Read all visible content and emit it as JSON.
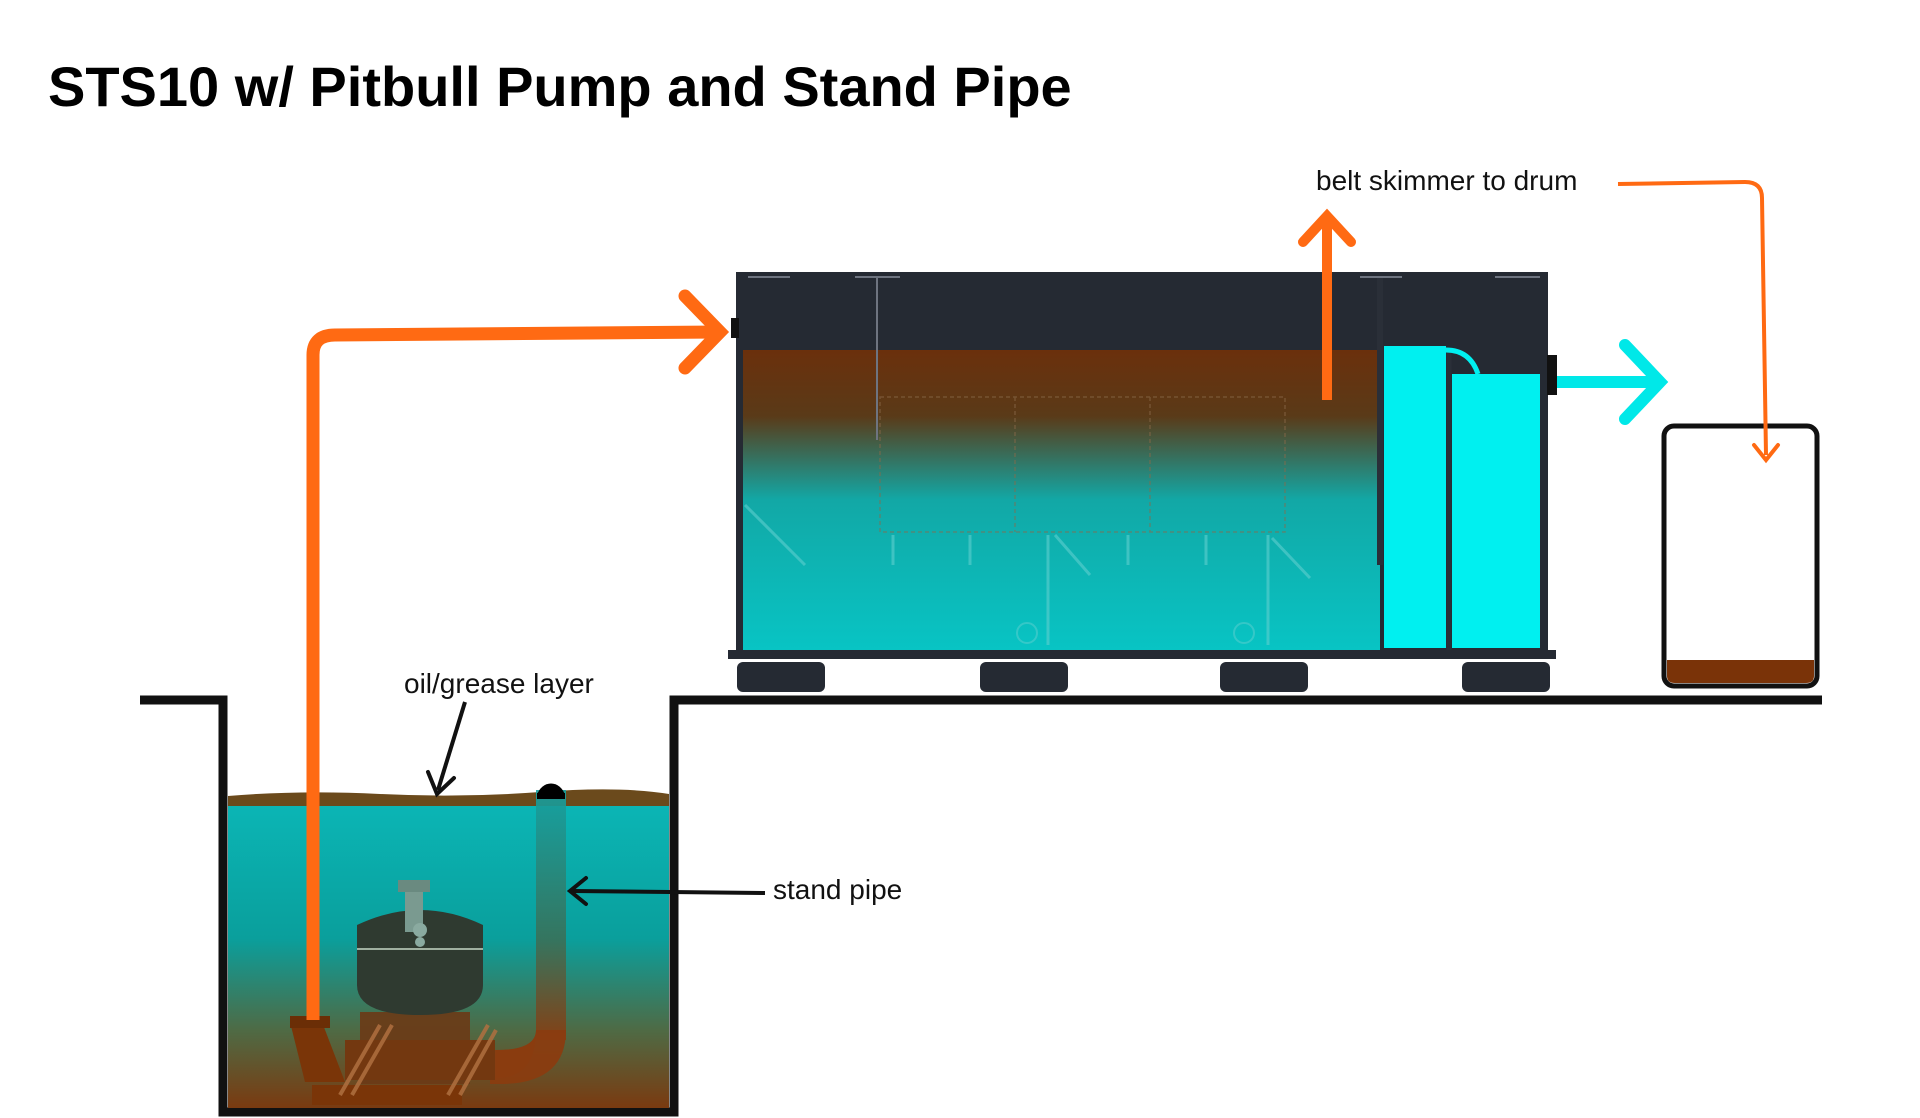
{
  "title": "STS10 w/ Pitbull Pump and Stand Pipe",
  "labels": {
    "skimmer": "belt skimmer to drum",
    "grease": "oil/grease layer",
    "standpipe": "stand pipe"
  },
  "colors": {
    "flow_arrow": "#ff6a13",
    "clean_water": "#00f0f0",
    "water": "#0ab8b8",
    "oil": "#7a3308",
    "tank": "#252a33",
    "ground": "#111111"
  }
}
